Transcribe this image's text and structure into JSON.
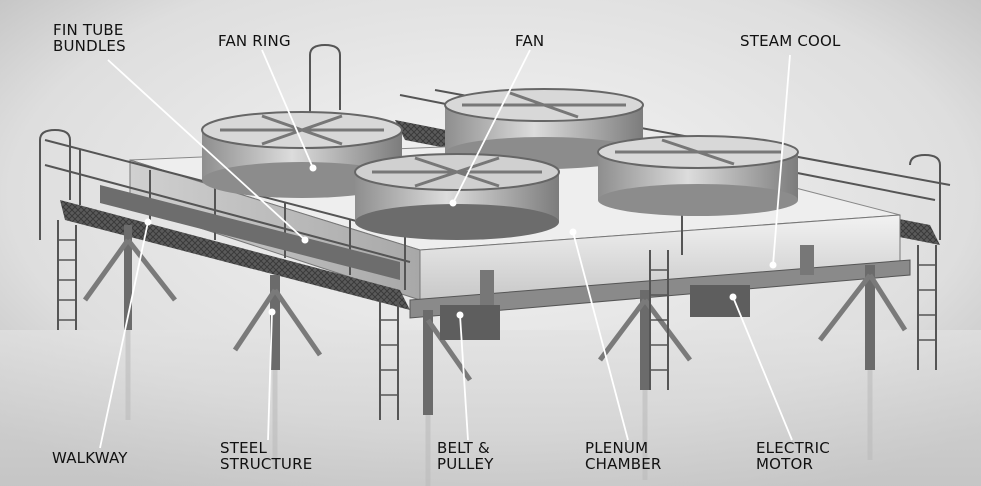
{
  "labels": {
    "fin_tube_bundles": "FIN TUBE\nBUNDLES",
    "fan_ring": "FAN RING",
    "fan": "FAN",
    "steam_cool": "STEAM COOL",
    "walkway": "WALKWAY",
    "steel_structure": "STEEL\nSTRUCTURE",
    "belt_pulley": "BELT &\nPULLEY",
    "plenum_chamber": "PLENUM\nCHAMBER",
    "electric_motor": "ELECTRIC\nMOTOR"
  }
}
